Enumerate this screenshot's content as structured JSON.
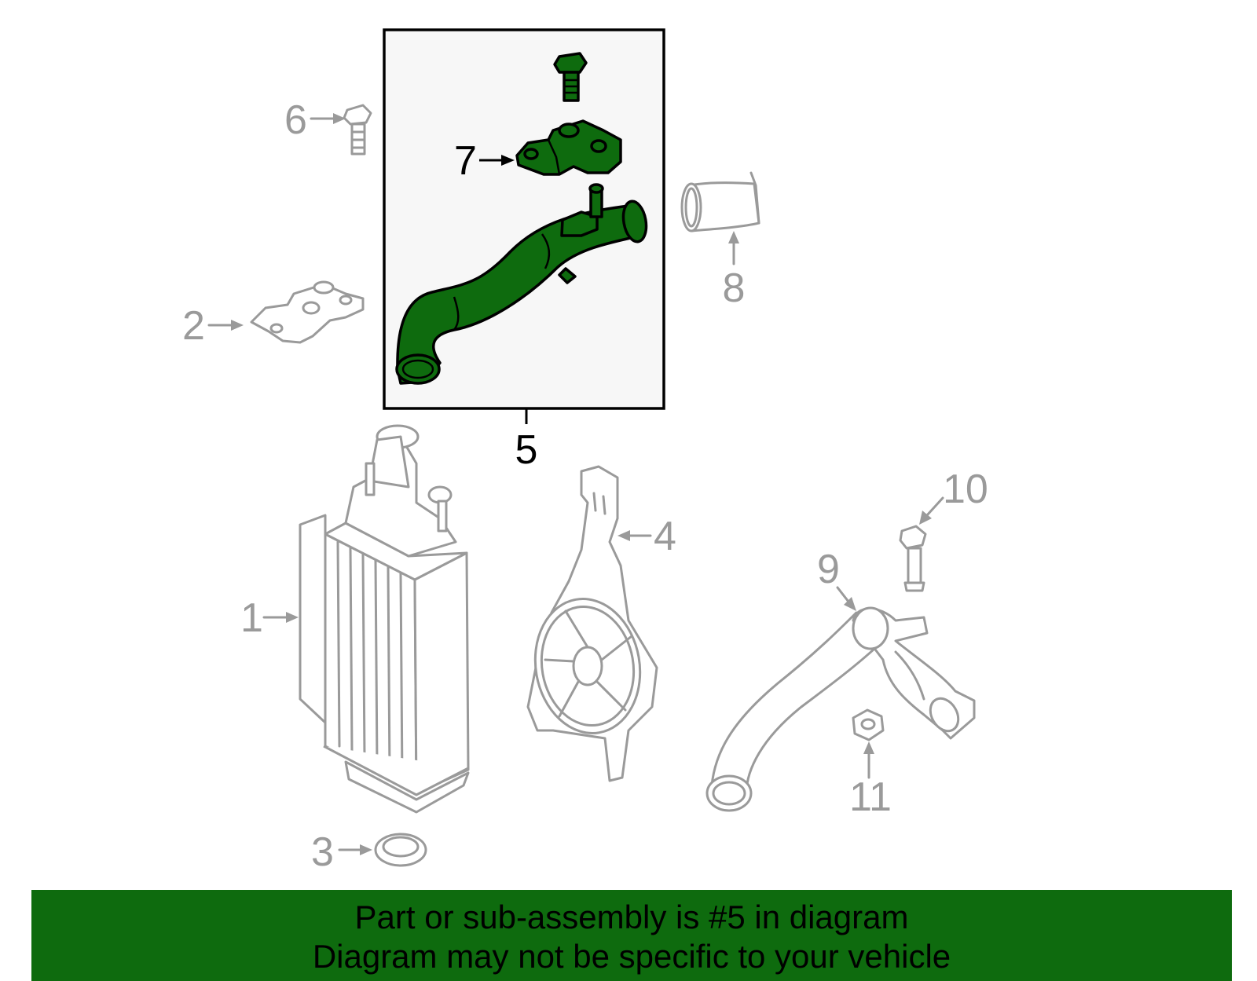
{
  "callouts": {
    "c1": "1",
    "c2": "2",
    "c3": "3",
    "c4": "4",
    "c5": "5",
    "c6": "6",
    "c7": "7",
    "c8": "8",
    "c9": "9",
    "c10": "10",
    "c11": "11"
  },
  "banner": {
    "line1": "Part or sub-assembly is #5 in diagram",
    "line2": "Diagram may not be specific to your vehicle"
  },
  "colors": {
    "highlight": "#0e6b0e",
    "secondary_parts": "#9a9a9a",
    "outline": "#000000"
  }
}
